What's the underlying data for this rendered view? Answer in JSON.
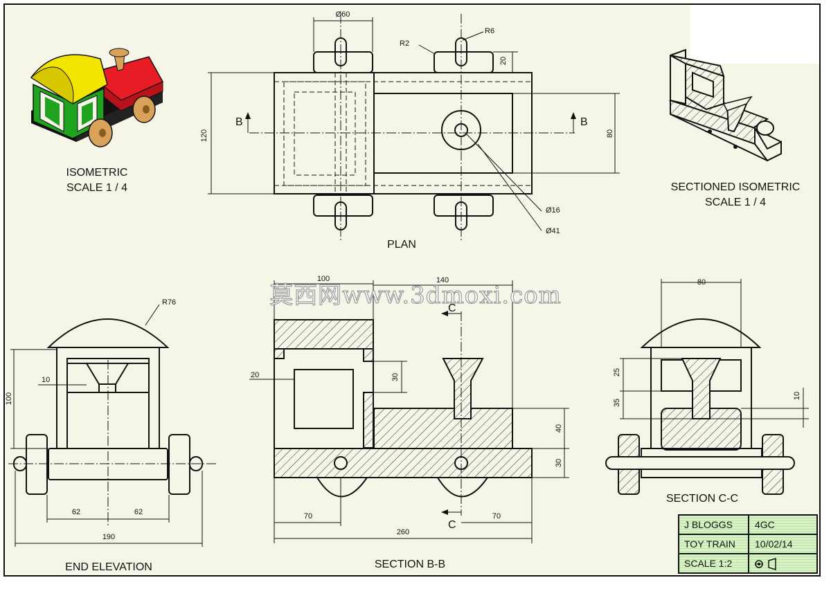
{
  "views": {
    "isometric": {
      "line1": "ISOMETRIC",
      "line2": "SCALE 1 / 4"
    },
    "sectioned_isometric": {
      "line1": "SECTIONED ISOMETRIC",
      "line2": "SCALE 1 / 4"
    },
    "plan": "PLAN",
    "end_elevation": "END ELEVATION",
    "section_bb": "SECTION B-B",
    "section_cc": "SECTION C-C"
  },
  "section_marks": {
    "b_left": "B",
    "b_right": "B",
    "c_top": "C",
    "c_bottom": "C"
  },
  "dimensions": {
    "plan": {
      "d60": "Ø60",
      "r2": "R2",
      "r6": "R6",
      "d20": "20",
      "d120": "120",
      "d80": "80",
      "d16": "Ø16",
      "d41": "Ø41"
    },
    "end": {
      "r76": "R76",
      "d100": "100",
      "d10": "10",
      "d62a": "62",
      "d62b": "62",
      "d190": "190"
    },
    "sbb": {
      "d100": "100",
      "d140": "140",
      "d20": "20",
      "d30a": "30",
      "d40": "40",
      "d30b": "30",
      "d70a": "70",
      "d70b": "70",
      "d260": "260"
    },
    "scc": {
      "d80": "80",
      "d25": "25",
      "d35": "35",
      "d10": "10"
    }
  },
  "title_block": {
    "r1c1": "J BLOGGS",
    "r1c2": "4GC",
    "r2c1": "TOY TRAIN",
    "r2c2": "10/02/14",
    "r3c1": "SCALE 1:2",
    "r3c2": "projection-symbol"
  },
  "watermark": "莫西网www.3dmoxi.com",
  "colors": {
    "paper": "#f6f6e8",
    "title_block": "#d9f2c7",
    "cab_roof": "#f2e600",
    "cab_body": "#1fa31f",
    "boiler": "#e81c24",
    "chassis": "#111111",
    "wheel": "#d8a25a"
  }
}
